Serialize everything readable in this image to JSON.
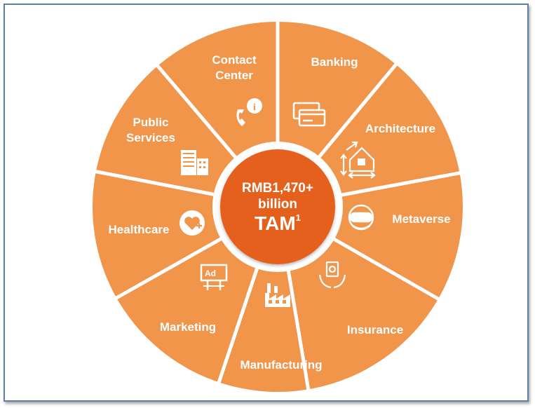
{
  "hub": {
    "line1": "RMB1,470+",
    "line2": "billion",
    "line3": "TAM",
    "footnote": "1"
  },
  "segments": [
    {
      "label": "Banking",
      "icon": "credit-cards-icon"
    },
    {
      "label": "Architecture",
      "icon": "house-dimensions-icon"
    },
    {
      "label": "Metaverse",
      "icon": "vr-headset-icon"
    },
    {
      "label": "Insurance",
      "icon": "hands-document-icon"
    },
    {
      "label": "Manufacturing",
      "icon": "factory-icon"
    },
    {
      "label": "Marketing",
      "icon": "ad-billboard-icon"
    },
    {
      "label": "Healthcare",
      "icon": "heart-plus-icon"
    },
    {
      "label": "Public Services",
      "icon": "office-building-icon"
    },
    {
      "label": "Contact Center",
      "icon": "phone-info-icon"
    }
  ],
  "colors": {
    "segment": "#f0954a",
    "hub": "#e4611f",
    "border": "#ffffff"
  }
}
